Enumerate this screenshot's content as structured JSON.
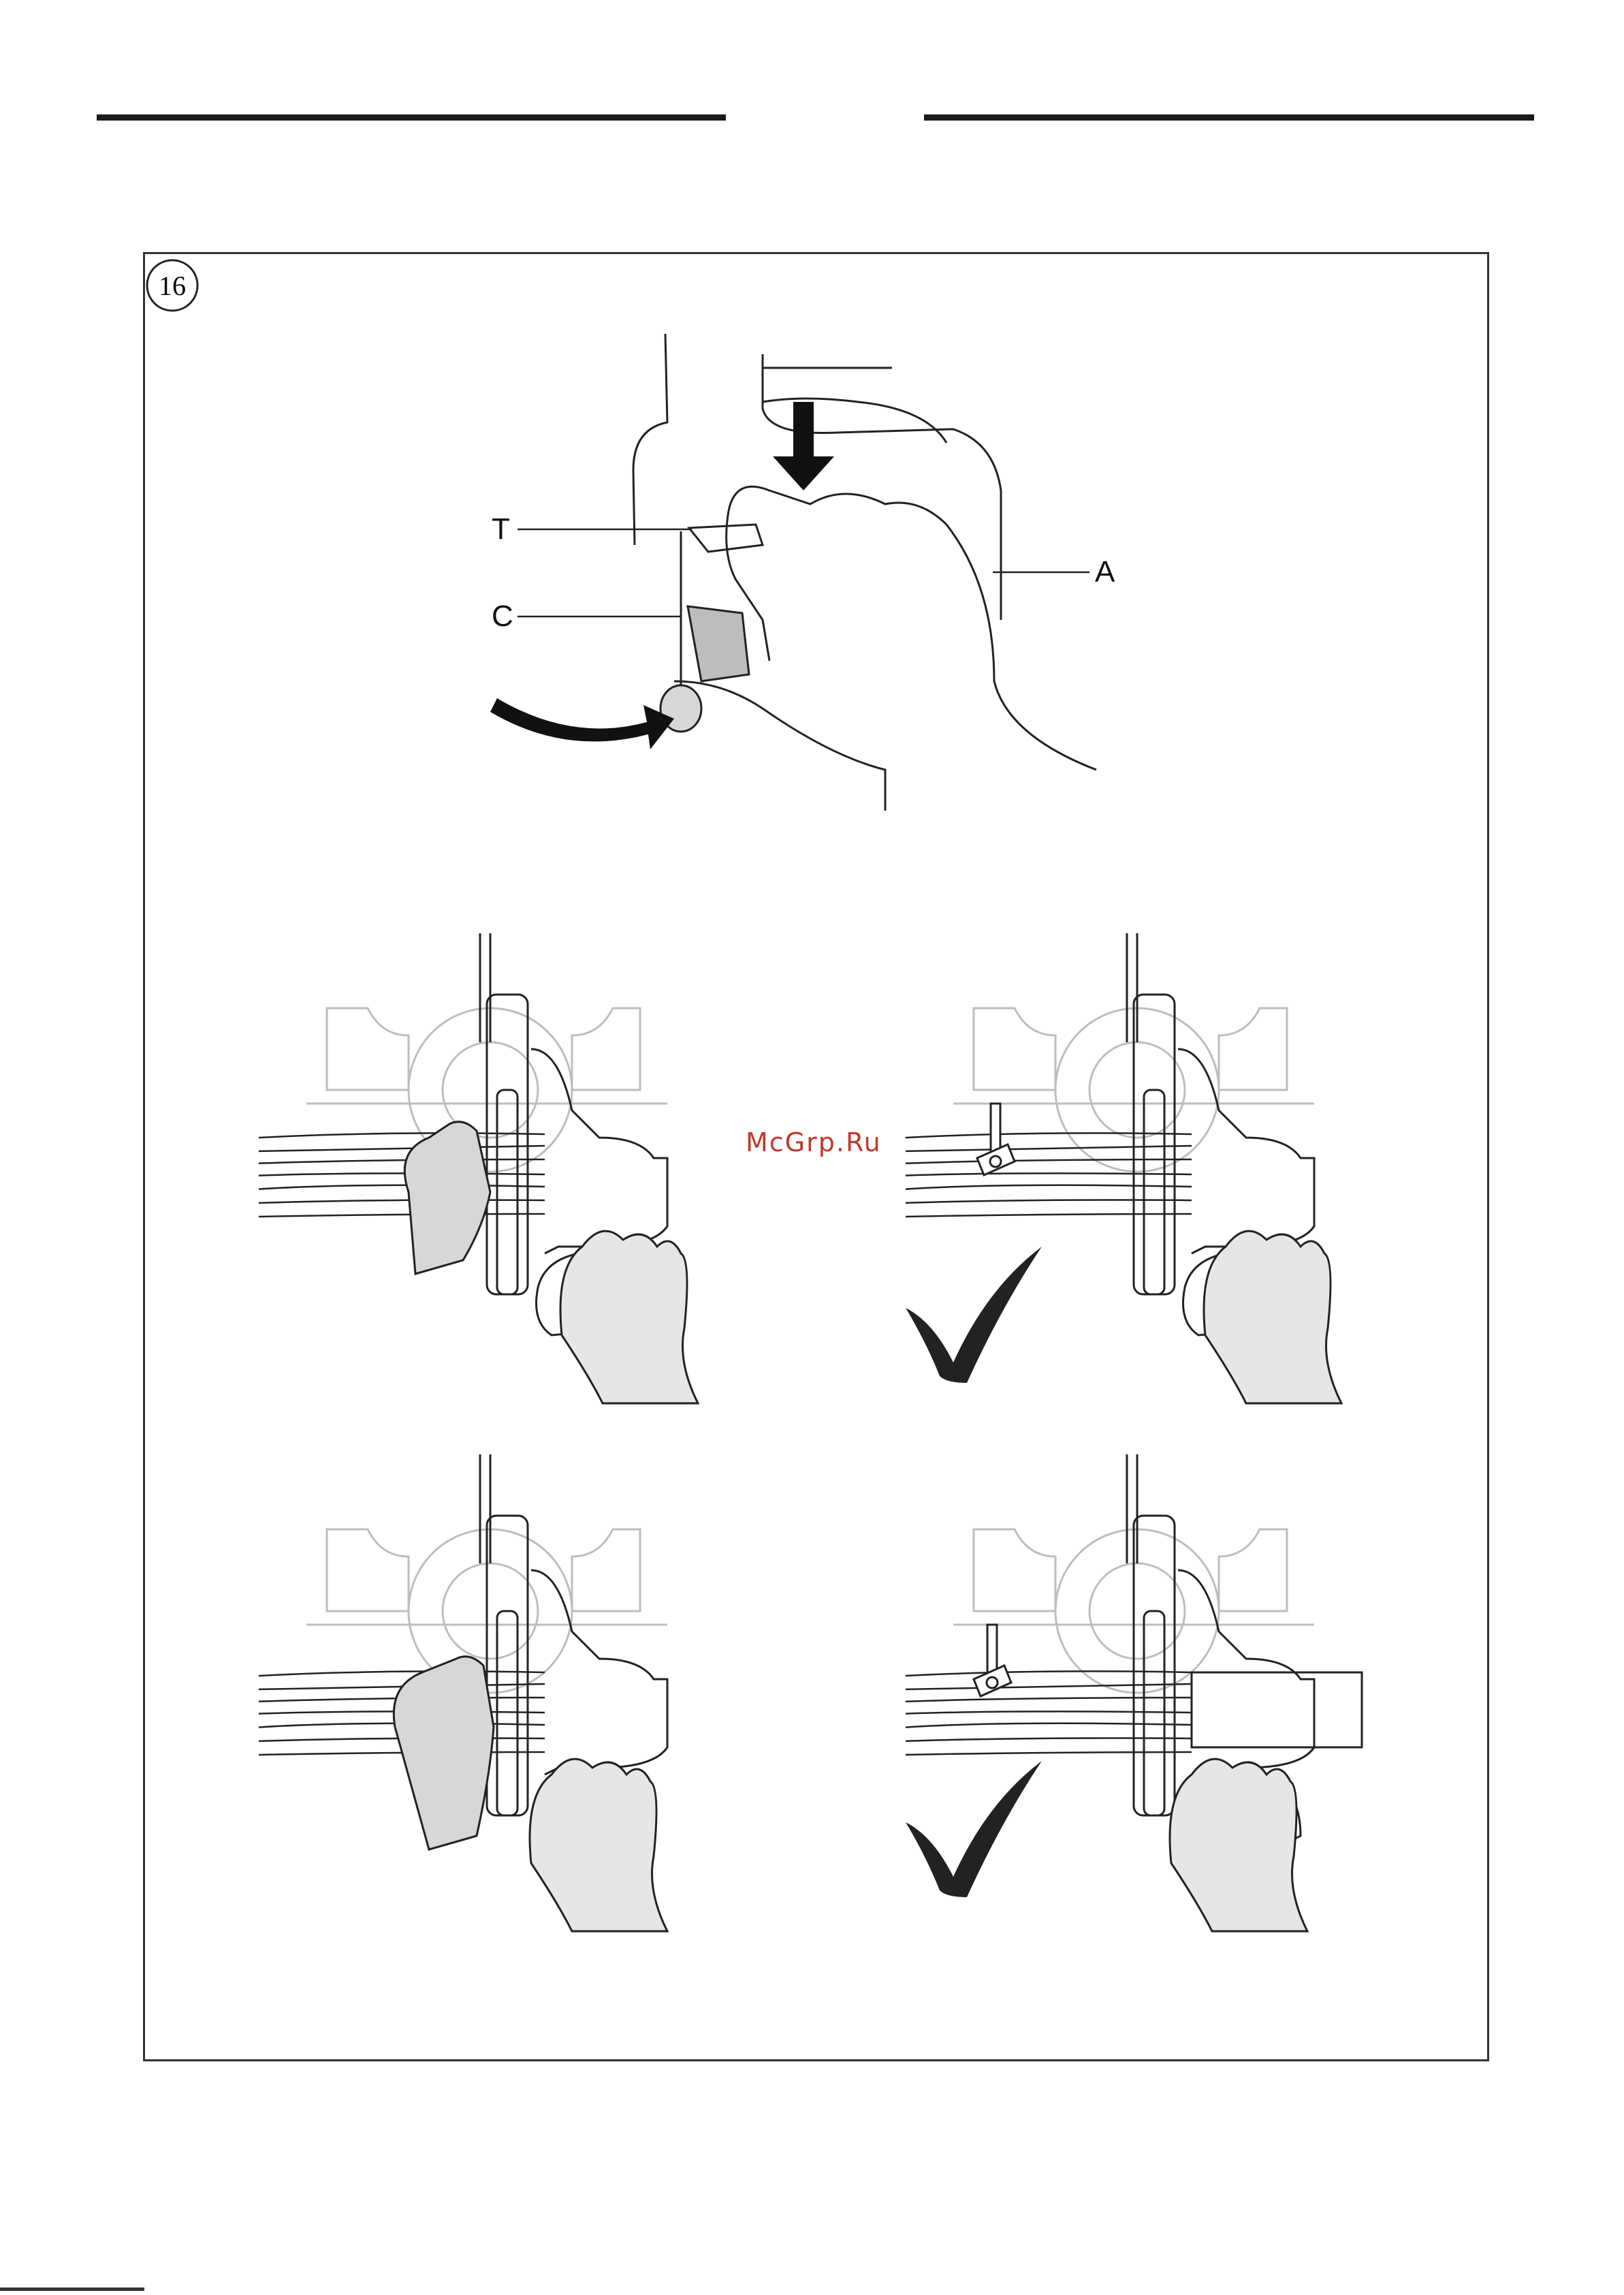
{
  "figure": {
    "number": "16",
    "callouts": {
      "t": "T",
      "c": "C",
      "a": "A"
    }
  },
  "watermark": "McGrp.Ru",
  "panels": [
    {
      "id": "top-left",
      "verdict": "incorrect"
    },
    {
      "id": "top-right",
      "verdict": "correct",
      "check_icon": "checkmark-icon"
    },
    {
      "id": "bottom-left",
      "verdict": "incorrect"
    },
    {
      "id": "bottom-right",
      "verdict": "correct",
      "check_icon": "checkmark-icon"
    }
  ],
  "colors": {
    "line": "#222222",
    "shade": "#d7d7d7",
    "light": "#bdbdbd",
    "watermark": "#c0392b"
  }
}
